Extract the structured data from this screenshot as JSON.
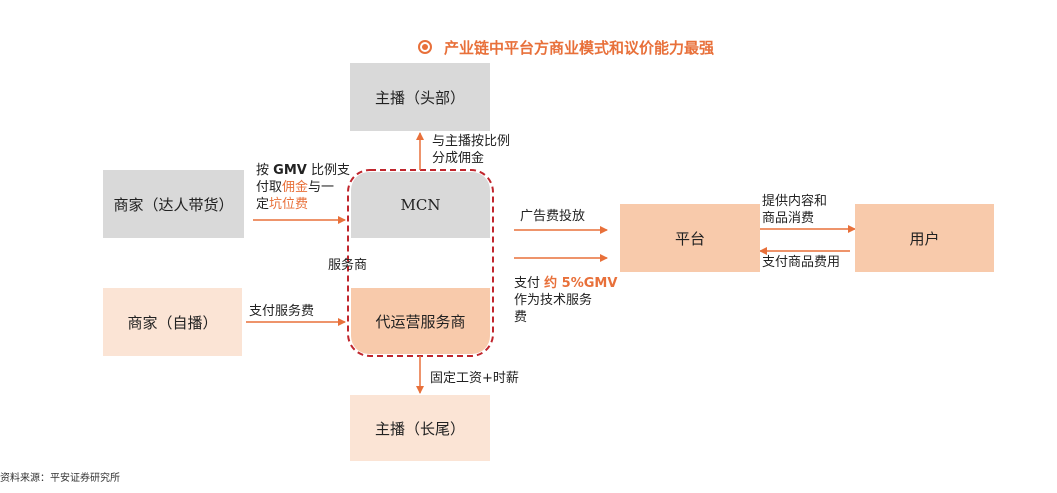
{
  "title": "产业链中平台方商业模式和议价能力最强",
  "boxes": {
    "anchor_head": "主播（头部）",
    "merchant_influencer": "商家（达人带货）",
    "mcn": "MCN",
    "platform": "平台",
    "user": "用户",
    "merchant_self": "商家（自播）",
    "operator": "代运营服务商",
    "anchor_longtail": "主播（长尾）"
  },
  "labels": {
    "share_line1": "与主播按比例",
    "share_line2": "分成佣金",
    "pay_gmv_a": "按",
    "pay_gmv_b": "GMV",
    "pay_gmv_c": "比例支",
    "pay_gmv_d": "付取",
    "pay_gmv_e": "佣金",
    "pay_gmv_f": "与一",
    "pay_gmv_g": "定",
    "pay_gmv_h": "坑位费",
    "service_provider": "服务商",
    "ad_spend": "广告费投放",
    "pay_tech_a": "支付",
    "pay_tech_b": "约 5%GMV",
    "pay_tech_c": "作为技术服务",
    "pay_tech_d": "费",
    "pay_service_fee": "支付服务费",
    "provide_content_1": "提供内容和",
    "provide_content_2": "商品消费",
    "pay_goods_fee": "支付商品费用",
    "salary": "固定工资+时薪"
  },
  "source": "资料来源：平安证券研究所",
  "colors": {
    "accent": "#e8703a",
    "dashed_border": "#c0262d",
    "gray_box": "#d9d9d9",
    "peach_box": "#fbe4d5",
    "salmon_box": "#f8caab"
  }
}
